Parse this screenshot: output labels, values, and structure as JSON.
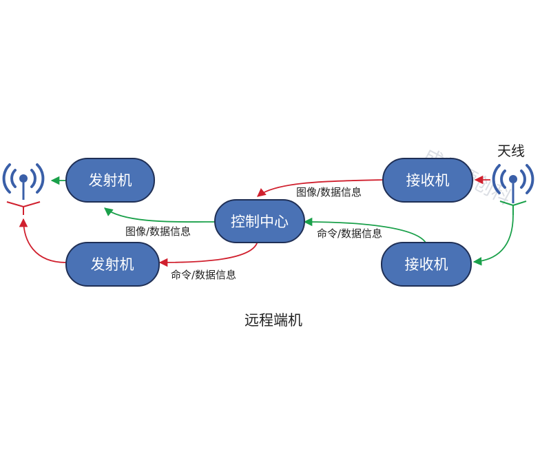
{
  "colors": {
    "node_fill": "#4A72B5",
    "node_border": "#1f2f55",
    "arrow_red": "#d0202e",
    "arrow_green": "#1aa04a",
    "antenna_blue": "#3a5fa8"
  },
  "nodes": {
    "transmitter_top": "发射机",
    "transmitter_bottom": "发射机",
    "control_center": "控制中心",
    "receiver_top": "接收机",
    "receiver_bottom": "接收机"
  },
  "edge_labels": {
    "receiver_top_to_control": "图像/数据信息",
    "control_to_transmitter_top": "图像/数据信息",
    "receiver_bottom_to_control": "命令/数据信息",
    "control_to_transmitter_bottom": "命令/数据信息"
  },
  "antenna_label": "天线",
  "caption": "远程端机",
  "watermark": "成都源创科"
}
